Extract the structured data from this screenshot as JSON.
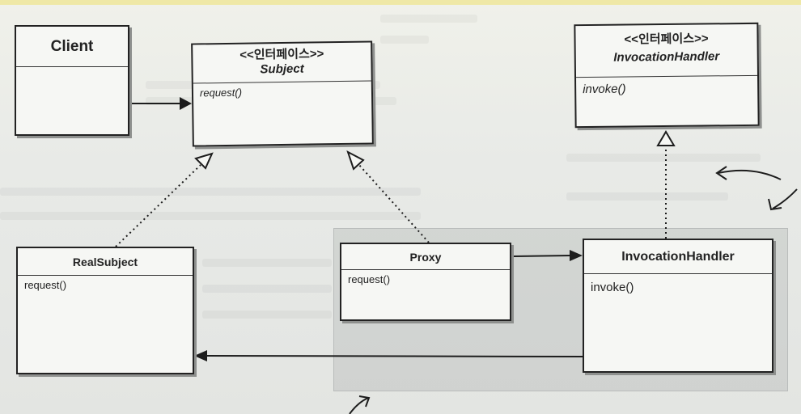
{
  "diagram": {
    "client": {
      "name": "Client"
    },
    "subject": {
      "stereotype": "<<인터페이스>>",
      "name": "Subject",
      "operation": "request()"
    },
    "invocation_handler_interface": {
      "stereotype": "<<인터페이스>>",
      "name": "InvocationHandler",
      "operation": "invoke()"
    },
    "real_subject": {
      "name": "RealSubject",
      "operation": "request()"
    },
    "proxy": {
      "name": "Proxy",
      "operation": "request()"
    },
    "invocation_handler": {
      "name": "InvocationHandler",
      "operation": "invoke()"
    }
  },
  "colors": {
    "background": "#e9ebe8",
    "box_fill": "#f6f7f4",
    "stroke": "#1d1d1d",
    "highlight_area": "#c8cccb"
  }
}
